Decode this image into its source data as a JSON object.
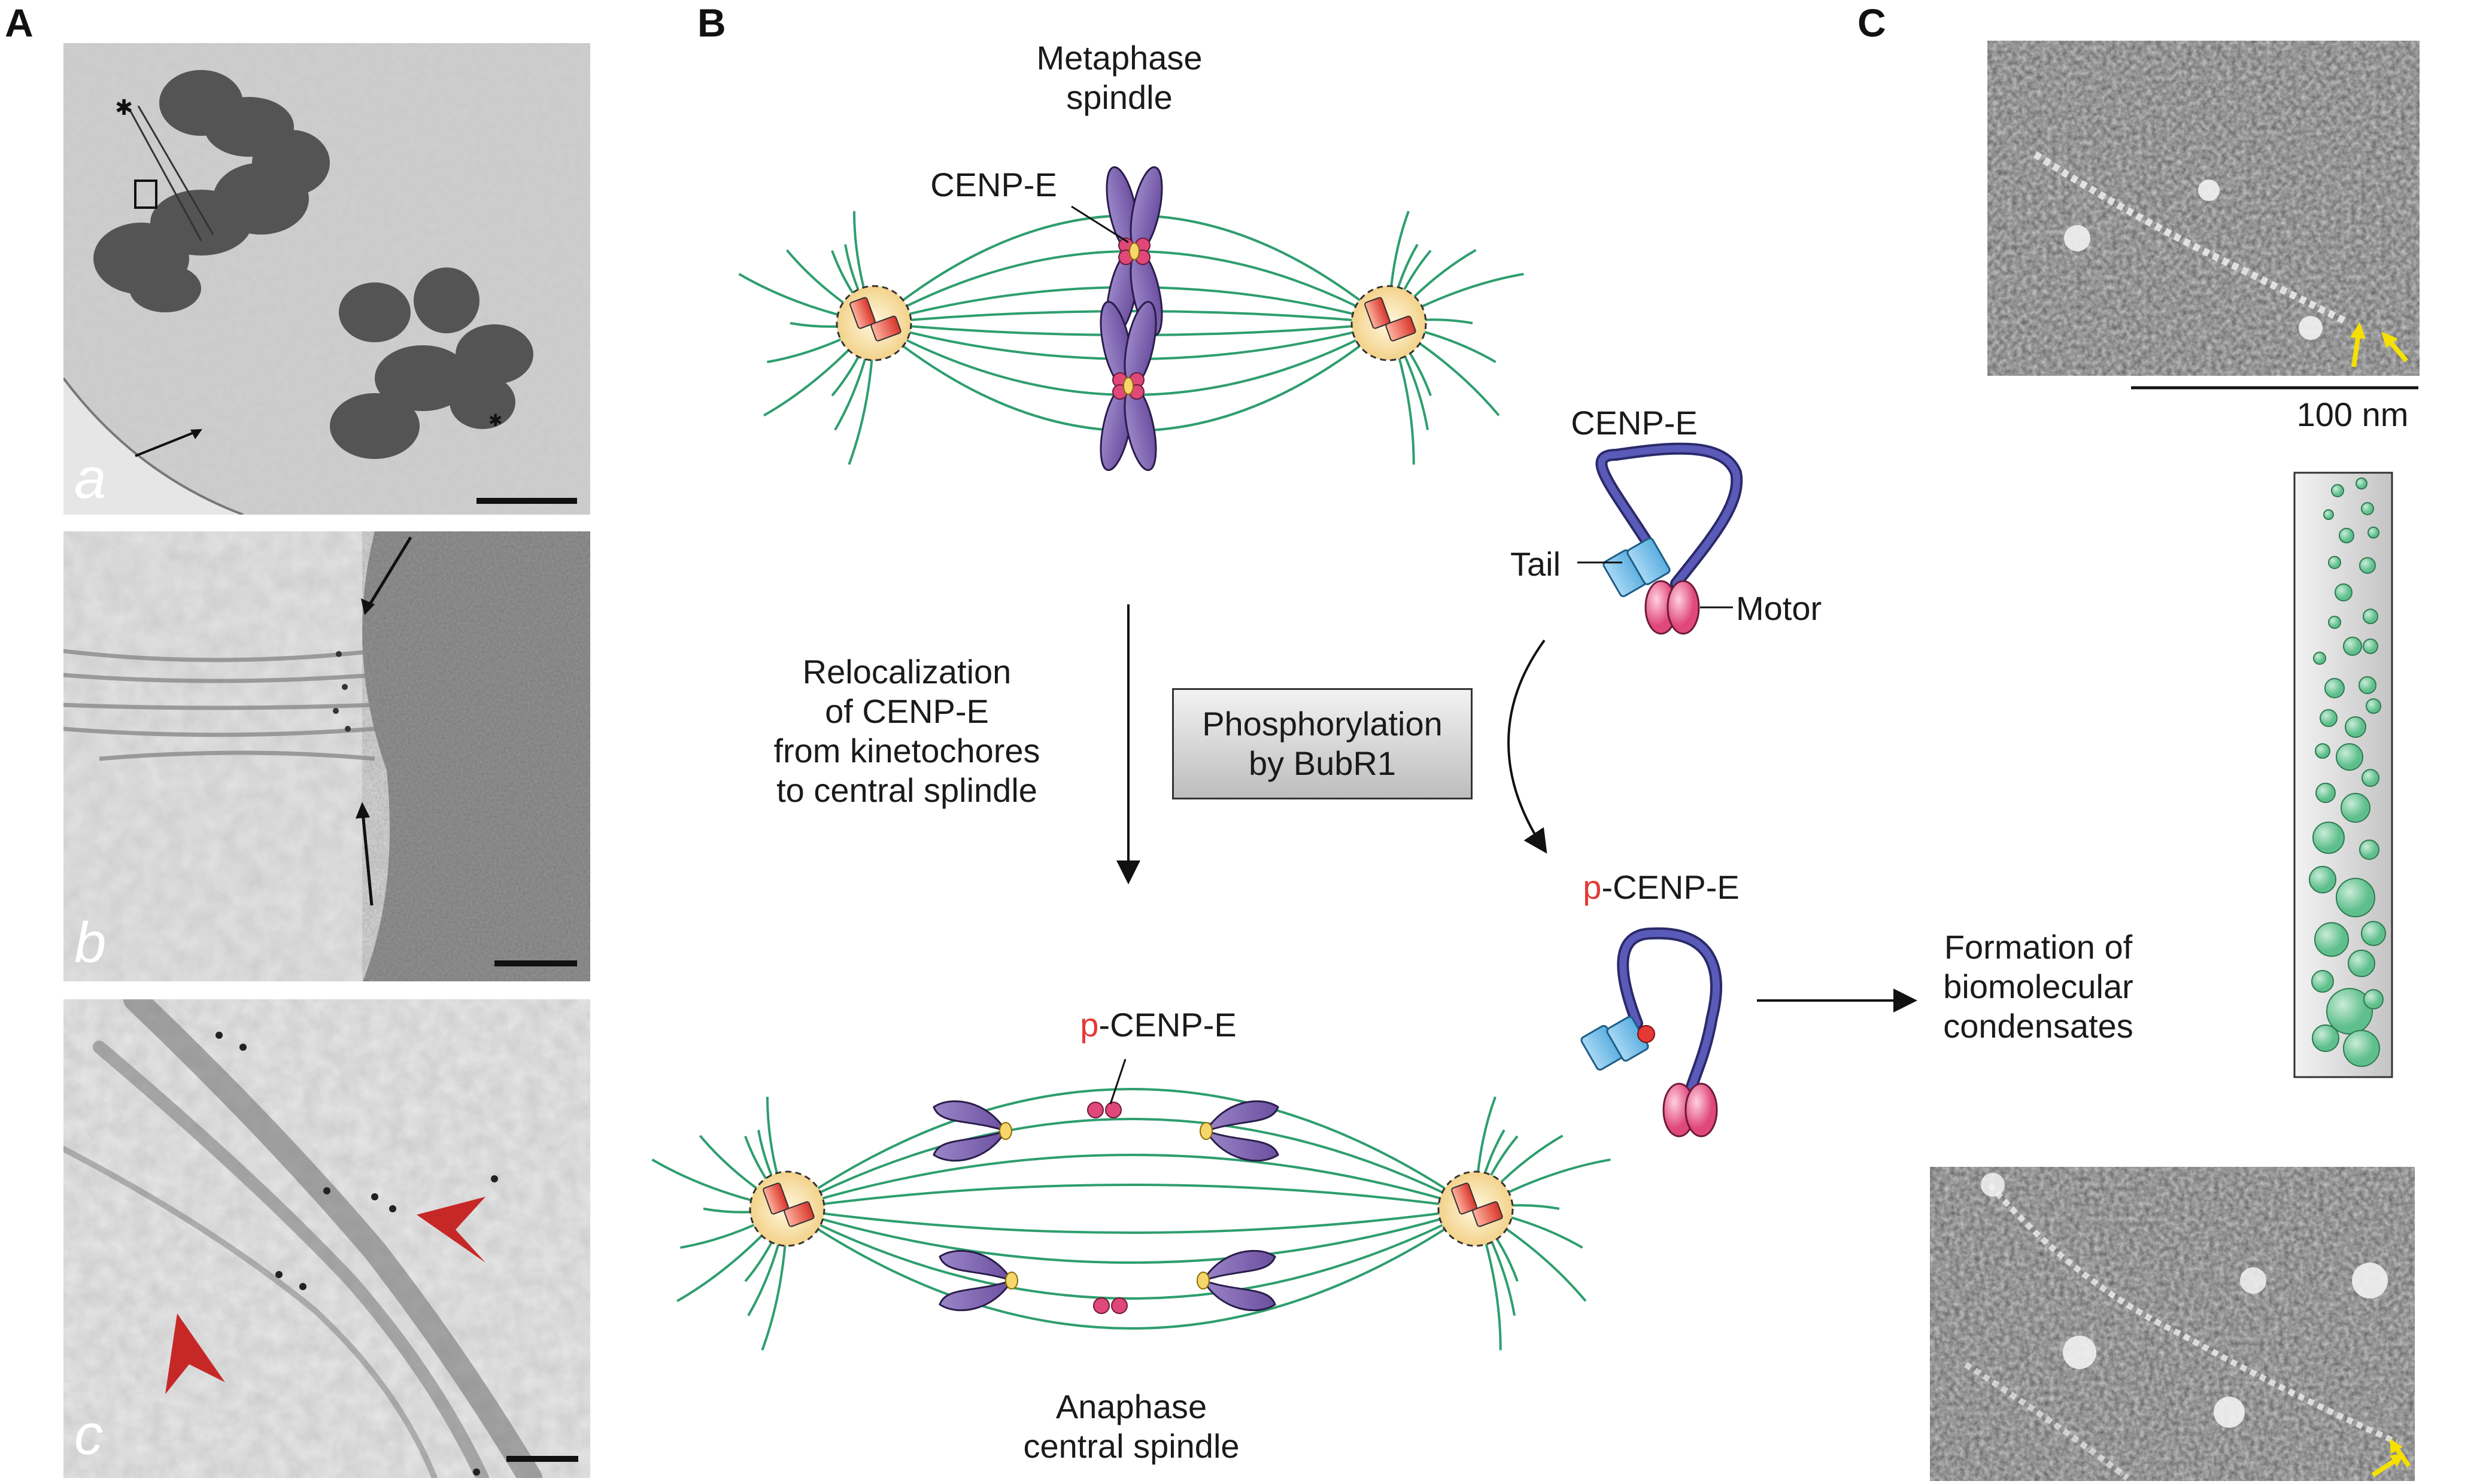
{
  "panels": {
    "A": {
      "letter": "A",
      "micrographs": [
        {
          "sublabel": "a"
        },
        {
          "sublabel": "b"
        },
        {
          "sublabel": "c"
        }
      ]
    },
    "B": {
      "letter": "B",
      "metaphase_title": [
        "Metaphase",
        "spindle"
      ],
      "cenpe_kinetochore_label": "CENP-E",
      "relocalization_text": [
        "Relocalization",
        "of CENP-E",
        "from kinetochores",
        "to central splindle"
      ],
      "phosphorylation_box": [
        "Phosphorylation",
        "by BubR1"
      ],
      "cenpe_protein_title": "CENP-E",
      "tail_label": "Tail",
      "motor_label": "Motor",
      "pcenpe_title": {
        "prefix": "p",
        "rest": "-CENP-E"
      },
      "anaphase_pcenpe": {
        "prefix": "p",
        "rest": "-CENP-E"
      },
      "anaphase_title": [
        "Anaphase",
        "central spindle"
      ]
    },
    "C": {
      "letter": "C",
      "scale_bar_label": "100 nm",
      "condensate_text": [
        "Formation of",
        "biomolecular",
        "condensates"
      ]
    }
  },
  "colors": {
    "microtubule": "#2e9e6e",
    "chromosome": "#6b4fa0",
    "motor": "#e0487a",
    "tail": "#5aaee0",
    "centrosome": "#f3d28a",
    "phospho": "#e53935",
    "condensate": "#5fbf8c",
    "arrowhead_red": "#c62828",
    "arrow_yellow": "#f5e000"
  }
}
